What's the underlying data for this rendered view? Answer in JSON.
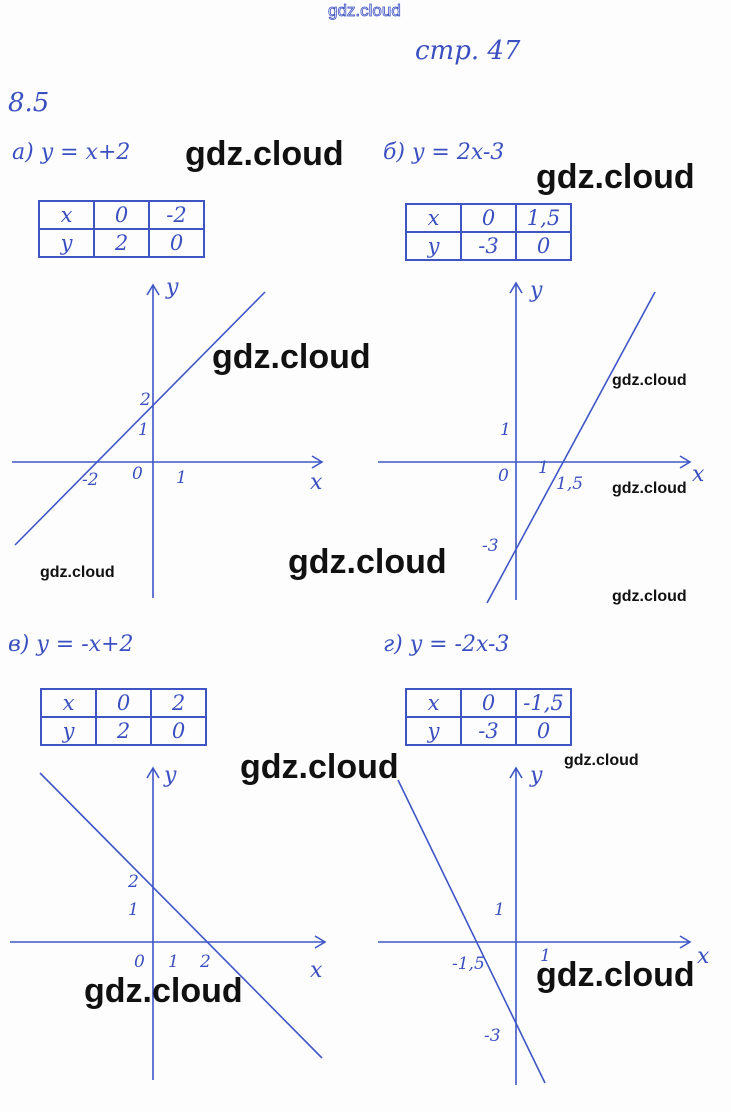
{
  "header": {
    "site": "gdz.cloud",
    "page": "стр. 47",
    "exercise": "8.5"
  },
  "parts": [
    {
      "label": "а)",
      "equation": "y = x+2",
      "table": {
        "x": [
          "x",
          "0",
          "-2"
        ],
        "y": [
          "y",
          "2",
          "0"
        ]
      },
      "ticks": [
        "2",
        "1",
        "-2",
        "0",
        "1"
      ],
      "axis_x": "x",
      "axis_y": "y"
    },
    {
      "label": "б)",
      "equation": "y = 2x-3",
      "table": {
        "x": [
          "x",
          "0",
          "1,5"
        ],
        "y": [
          "y",
          "-3",
          "0"
        ]
      },
      "ticks": [
        "1",
        "0",
        "1",
        "1,5",
        "-3"
      ],
      "axis_x": "x",
      "axis_y": "y"
    },
    {
      "label": "в)",
      "equation": "y = -x+2",
      "table": {
        "x": [
          "x",
          "0",
          "2"
        ],
        "y": [
          "y",
          "2",
          "0"
        ]
      },
      "ticks": [
        "2",
        "1",
        "0",
        "1",
        "2"
      ],
      "axis_x": "x",
      "axis_y": "y"
    },
    {
      "label": "г)",
      "equation": "y = -2x-3",
      "table": {
        "x": [
          "x",
          "0",
          "-1,5"
        ],
        "y": [
          "y",
          "-3",
          "0"
        ]
      },
      "ticks": [
        "1",
        "-1,5",
        "1",
        "-3"
      ],
      "axis_x": "x",
      "axis_y": "y"
    }
  ],
  "watermarks": [
    "gdz.cloud",
    "gdz.cloud",
    "gdz.cloud",
    "gdz.cloud",
    "gdz.cloud",
    "gdz.cloud",
    "gdz.cloud",
    "gdz.cloud",
    "gdz.cloud",
    "gdz.cloud",
    "gdz.cloud",
    "gdz.cloud"
  ],
  "colors": {
    "ink": "#3a4fc0",
    "watermark": "#111111"
  }
}
